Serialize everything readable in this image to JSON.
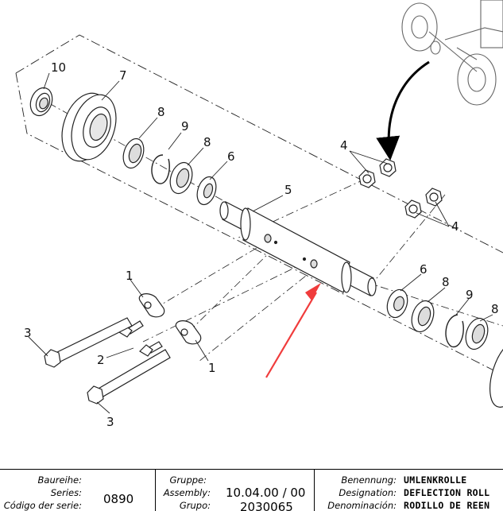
{
  "callouts": {
    "c10": "10",
    "c7": "7",
    "c8a": "8",
    "c9a": "9",
    "c8b": "8",
    "c6a": "6",
    "c5": "5",
    "c4a": "4",
    "c4b": "4",
    "c6b": "6",
    "c8c": "8",
    "c9b": "9",
    "c8d": "8",
    "c1a": "1",
    "c1b": "1",
    "c2": "2",
    "c3a": "3",
    "c3b": "3"
  },
  "title_block": {
    "series_labels": [
      "Baureihe:",
      "Series:",
      "Código der serie:"
    ],
    "series_value": "0890",
    "group_labels": [
      "Gruppe:",
      "Assembly:",
      "Grupo:"
    ],
    "group_values": [
      "10.04.00 / 00",
      "2030065"
    ],
    "name_labels": [
      "Benennung:",
      "Designation:",
      "Denominación:"
    ],
    "name_values": [
      "UMLENKROLLE",
      "DEFLECTION ROLL",
      "RODILLO DE REEN"
    ]
  },
  "colors": {
    "arrow": "#f03c3c",
    "line": "#1a1a1a"
  }
}
